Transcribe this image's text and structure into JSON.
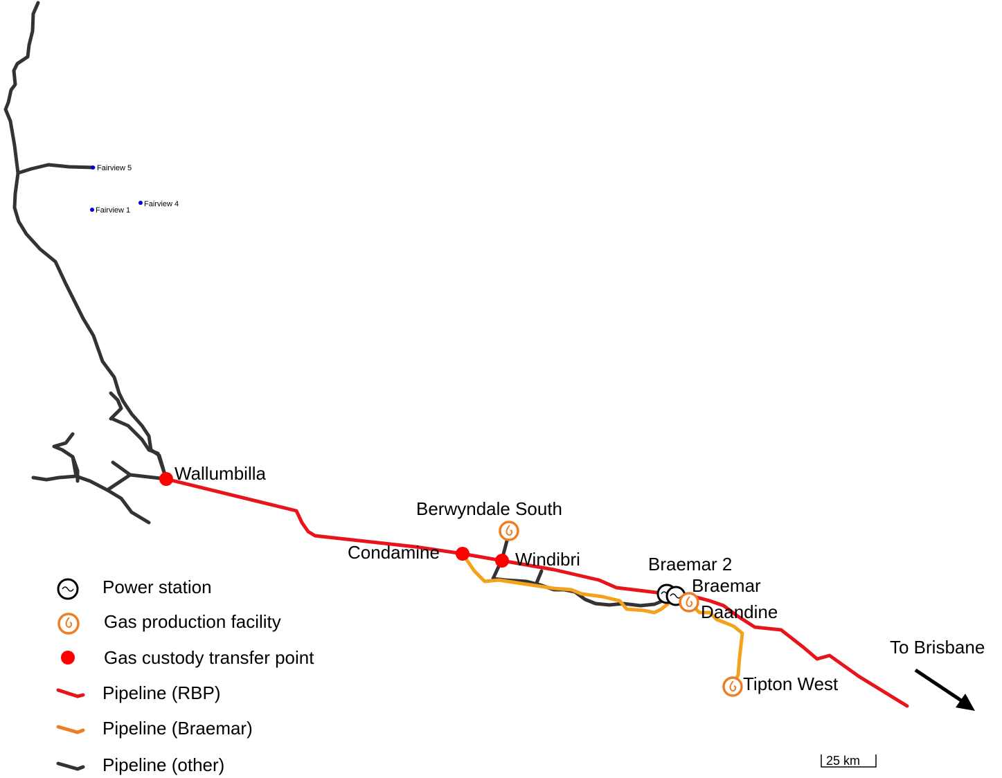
{
  "map": {
    "places": {
      "wallumbilla": "Wallumbilla",
      "condamine": "Condamine",
      "windibri": "Windibri",
      "berwyndale_south": "Berwyndale South",
      "braemar2": "Braemar 2",
      "braemar": "Braemar",
      "daandine": "Daandine",
      "tipton_west": "Tipton West",
      "to_brisbane": "To Brisbane",
      "fairview5": "Fairview 5",
      "fairview4": "Fairview 4",
      "fairview1": "Fairview 1"
    },
    "legend": {
      "power_station": "Power station",
      "gas_production": "Gas production facility",
      "custody_transfer": "Gas custody transfer point",
      "pipeline_rbp": "Pipeline (RBP)",
      "pipeline_braemar": "Pipeline (Braemar)",
      "pipeline_other": "Pipeline (other)"
    },
    "scale_bar": "25 km",
    "colors": {
      "rbp": "#e8141b",
      "braemar": "#f4a11c",
      "other": "#333333",
      "gas_facility": "#ef7d22",
      "custody_point": "#ff0000",
      "fairview_dot": "#0000dd"
    }
  }
}
